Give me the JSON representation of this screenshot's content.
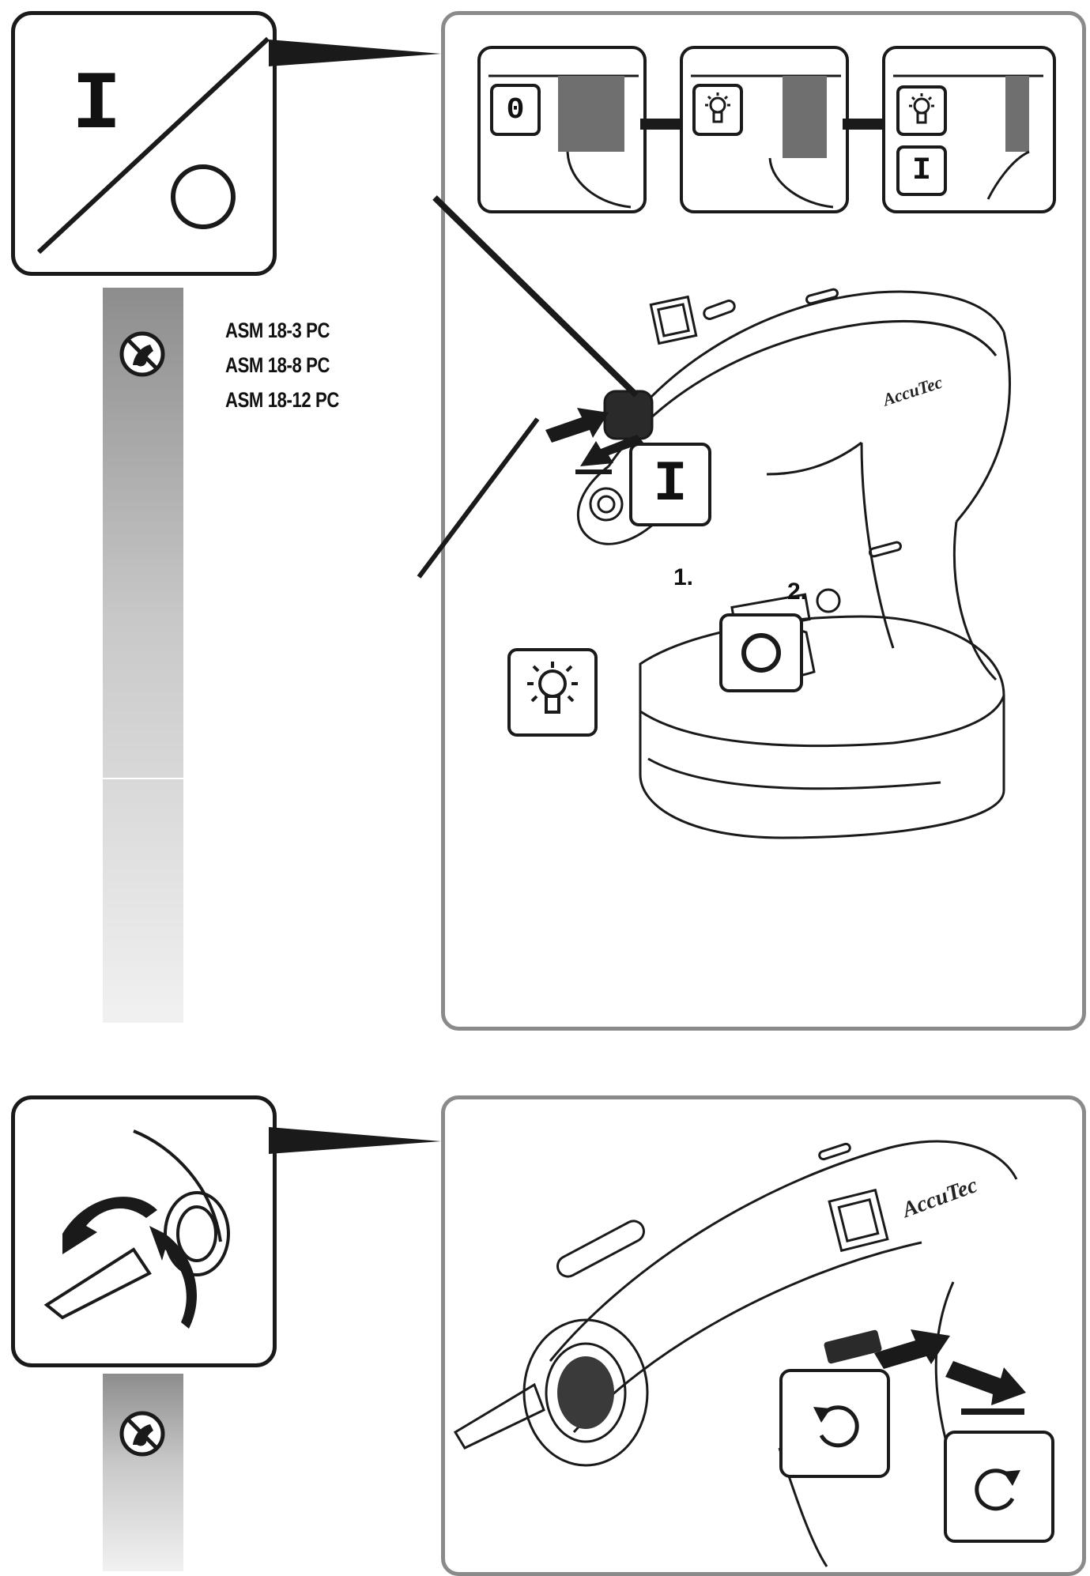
{
  "section1": {
    "switch_symbol": {
      "on": "I",
      "off": "O"
    },
    "warning_icon": "no-gloves-warning-icon",
    "models": [
      "ASM 18-3 PC",
      "ASM 18-8 PC",
      "ASM 18-12 PC"
    ],
    "states": [
      {
        "symbols": [
          "0"
        ]
      },
      {
        "symbols": [
          "lamp"
        ]
      },
      {
        "symbols": [
          "lamp",
          "I"
        ]
      }
    ],
    "step_1": "1.",
    "step_2": "2.",
    "on_symbol": "I",
    "off_symbol": "O",
    "brand": "AccuTec"
  },
  "section2": {
    "warning_icon": "no-gloves-warning-icon",
    "brand": "AccuTec",
    "rotation_left": "counterclockwise",
    "rotation_right": "clockwise"
  },
  "colors": {
    "line": "#1a1a1a",
    "panel_border": "#8a8a8a",
    "strip_top": "#8d8d8d",
    "strip_bottom": "#f1f1f1"
  }
}
